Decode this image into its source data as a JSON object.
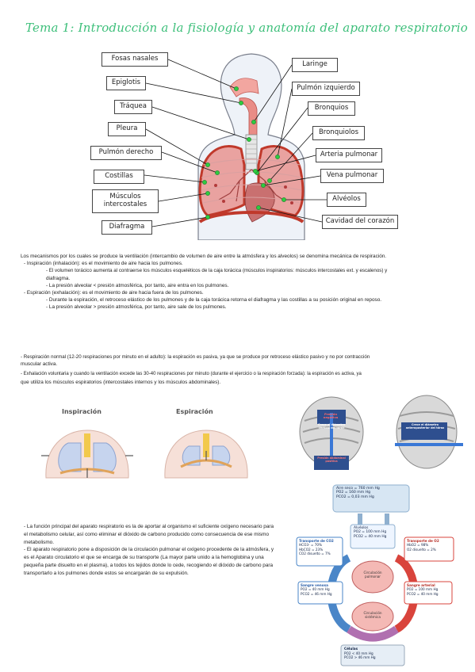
{
  "title": "Tema 1: Introducción a la fisiología y anatomía del aparato respiratorio",
  "diagram": {
    "labels_left": [
      "Fosas nasales",
      "Epiglotis",
      "Tráquea",
      "Pleura",
      "Pulmón derecho",
      "Costillas",
      "Músculos\nintercostales",
      "Diafragma"
    ],
    "labels_right": [
      "Laringe",
      "Pulmón izquierdo",
      "Bronquios",
      "Bronquiolos",
      "Arteria pulmonar",
      "Vena pulmonar",
      "Alvéolos",
      "Cavidad del corazón"
    ]
  },
  "section1": {
    "intro": "Los mecanismos por los cuales se produce la ventilación (intercambio de volumen de aire entre la atmósfera y los alveolos) se denomina mecánica de respiración.",
    "insp": "- Inspiración (inhalación): es el movimiento de aire hacia los pulmones.",
    "insp_a1": "- El volumen torácico aumenta al contraerse los músculos esqueléticos de la caja torácica (músculos inspiratorios: músculos intercostales ext. y escalenos) y",
    "insp_a2": "diafragma.",
    "insp_b": "- La presión alveolar < presión atmosférica, por tanto, aire entra en los pulmones.",
    "esp": "- Espiración (exhalación): es el movimiento de aire hacia fuera de los pulmones.",
    "esp_a": "- Durante la espiración, el retroceso elástico de los pulmones y de la caja torácica retorna el diafragma y las costillas a su posición original en reposo.",
    "esp_b": "- La presión alveolar > presión atmosférica, por tanto, aire sale de los pulmones."
  },
  "section2": {
    "normal_1": "- Respiración normal (12-20 respiraciones por minuto en el adulto): la espiración es pasiva, ya que se produce por retroceso elástico pasivo y no por contracción",
    "normal_2": "muscular activa.",
    "forz_1": "- Exhalación voluntaria y cuando la ventilación excede las 30-40 respiraciones por minuto (durante el ejercicio o la respiración forzada): la espiración es activa, ya",
    "forz_2": "que utiliza los músculos espiratorios (intercostales internos y los músculos abdominales)."
  },
  "figs": {
    "inspiracion": "Inspiración",
    "espiracion": "Espiración",
    "presion": "Presión negativa",
    "crece_vert": "Crece el diámetro vertical del tórax",
    "crece_ap": "Crece el diámetro anteroposterior del tórax",
    "presion_abd": "Presión abdominal positiva"
  },
  "gas": {
    "aire": "Aire seco = 760 mm Hg",
    "po2_air": "PO2 = 160 mm Hg",
    "pco2_air": "PCO2 = 0,03 mm Hg",
    "alveolos": "Alvéolos",
    "alv_o2": "PO2 = 100 mm Hg",
    "alv_co2": "PCO2 = 40 mm Hg",
    "t_co2": "Transporte de CO2",
    "t_o2": "Transporte de O2",
    "co2_1": "HCO3- = 70%",
    "co2_2": "HbCO2 = 23%",
    "co2_3": "CO2 disuelto = 7%",
    "o2_1": "HbO2 = 98%",
    "o2_2": "O2 disuelto = 2%",
    "circ_pul": "Circulación pulmonar",
    "venosa": "Sangre venosa",
    "ven_o2": "PO2 = 40 mm Hg",
    "ven_co2": "PCO2 = 46 mm Hg",
    "arterial": "Sangre arterial",
    "art_o2": "PO2 = 100 mm Hg",
    "art_co2": "PCO2 = 40 mm Hg",
    "circ_sis": "Circulación sistémica",
    "celulas": "Células",
    "cel_o2": "PO2 < 40 mm Hg",
    "cel_co2": "PCO2 > 46 mm Hg"
  },
  "section3": {
    "p1": "- La función principal del aparato respiratorio es la de aportar al organismo el suficiente oxígeno necesario para el metabolismo celular, así como eliminar el dióxido de carbono producido como consecuencia de ese mismo metabolismo.",
    "p2": "- El aparato respiratorio pone a disposición de la circulación pulmonar el oxígeno procedente de la atmósfera, y es el Aparato circulatorio el que se encarga de su transporte (La mayor parte unido a la hemoglobina y una pequeña parte disuelto en el plasma), a todos los tejidos donde lo cede, recogiendo el dióxido de carbono para transportarlo a los pulmones donde estos se encargarán de su expulsión."
  }
}
